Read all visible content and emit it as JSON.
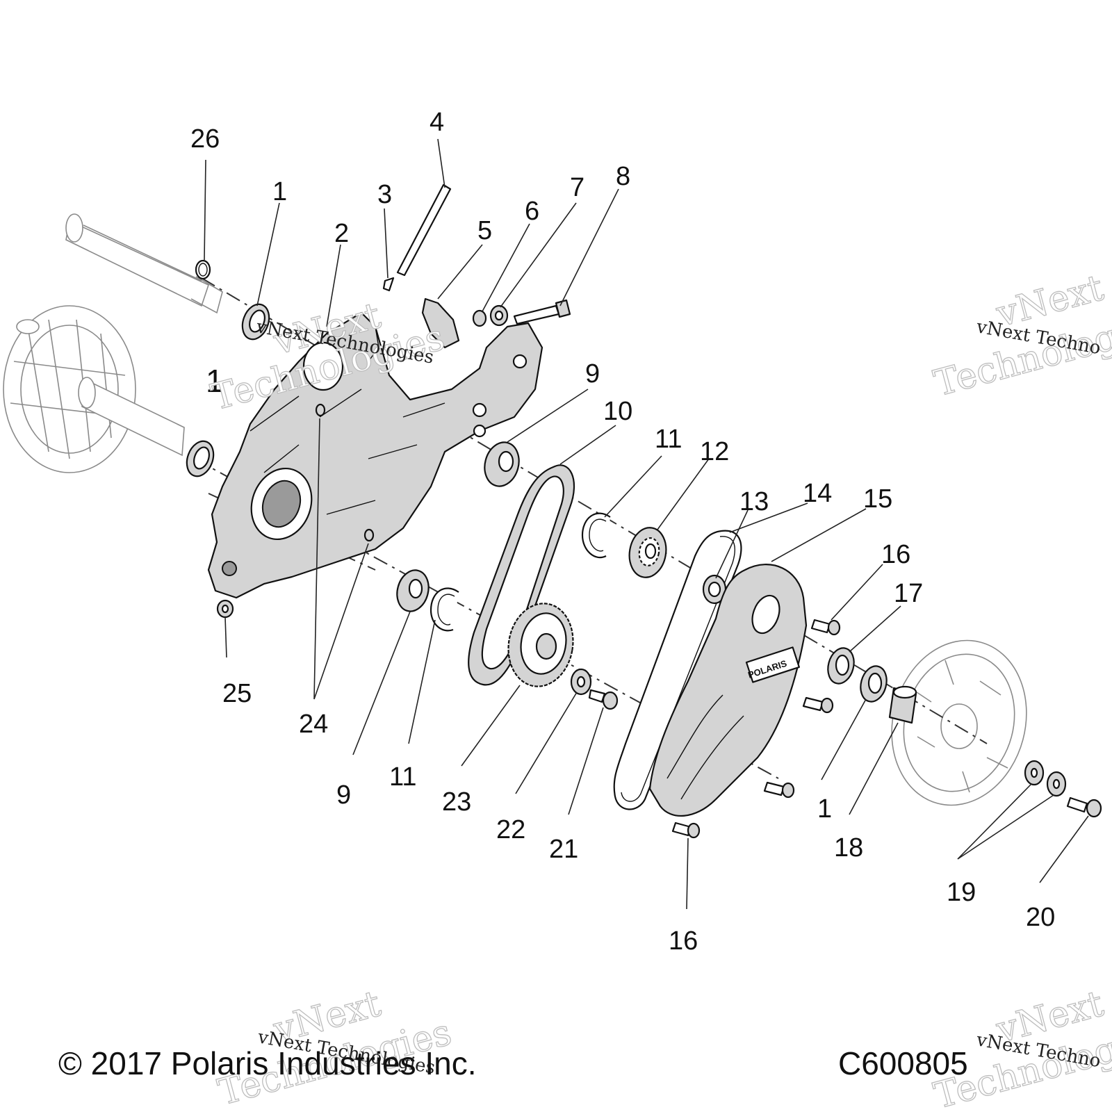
{
  "diagram": {
    "callouts": {
      "c26": "26",
      "c1a": "1",
      "c2": "2",
      "c3": "3",
      "c4": "4",
      "c5": "5",
      "c6": "6",
      "c7": "7",
      "c8": "8",
      "c1b": "1",
      "c9a": "9",
      "c10": "10",
      "c11a": "11",
      "c12": "12",
      "c13": "13",
      "c14": "14",
      "c15": "15",
      "c16a": "16",
      "c17": "17",
      "c25": "25",
      "c24": "24",
      "c9b": "9",
      "c11b": "11",
      "c23": "23",
      "c22": "22",
      "c21": "21",
      "c1c": "1",
      "c18": "18",
      "c19": "19",
      "c20": "20",
      "c16b": "16"
    },
    "watermark": {
      "line1": "vNext",
      "line2": "Technologies",
      "small": "vNext Technologies",
      "small_cut": "vNext Techno"
    },
    "footer": {
      "copyright": "© 2017 Polaris Industries Inc.",
      "code": "C600805"
    },
    "cover_logo": "POLARIS"
  }
}
